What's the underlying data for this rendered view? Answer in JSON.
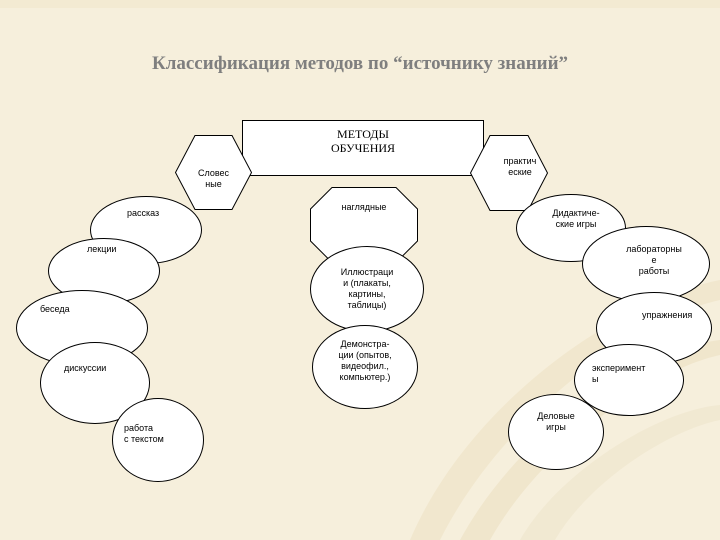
{
  "slide": {
    "title": "Классификация методов по “источнику знаний”",
    "colors": {
      "background": "#f6efdc",
      "shape_fill": "#ffffff",
      "outline": "#000000",
      "title": "#7f7f7f"
    }
  },
  "diagram": {
    "root": "МЕТОДЫ\nОБУЧЕНИЯ",
    "categories": [
      {
        "label": "Словес\nные"
      },
      {
        "label": "наглядные"
      },
      {
        "label": "практич\nеские"
      }
    ],
    "verbal_methods": [
      {
        "label": "рассказ"
      },
      {
        "label": "лекции"
      },
      {
        "label": "беседа"
      },
      {
        "label": "дискуссии"
      },
      {
        "label": "работа\nс текстом"
      }
    ],
    "visual_methods": [
      {
        "label": "Иллюстраци\nи (плакаты,\nкартины,\nтаблицы)"
      },
      {
        "label": "Демонстра-\nции (опытов,\nвидеофил.,\nкомпьютер.)"
      }
    ],
    "practical_methods": [
      {
        "label": "Дидактиче-\nские игры"
      },
      {
        "label": "лабораторны\nе\nработы"
      },
      {
        "label": "упражнения"
      },
      {
        "label": "эксперимент\nы"
      },
      {
        "label": "Деловые\nигры"
      }
    ]
  }
}
